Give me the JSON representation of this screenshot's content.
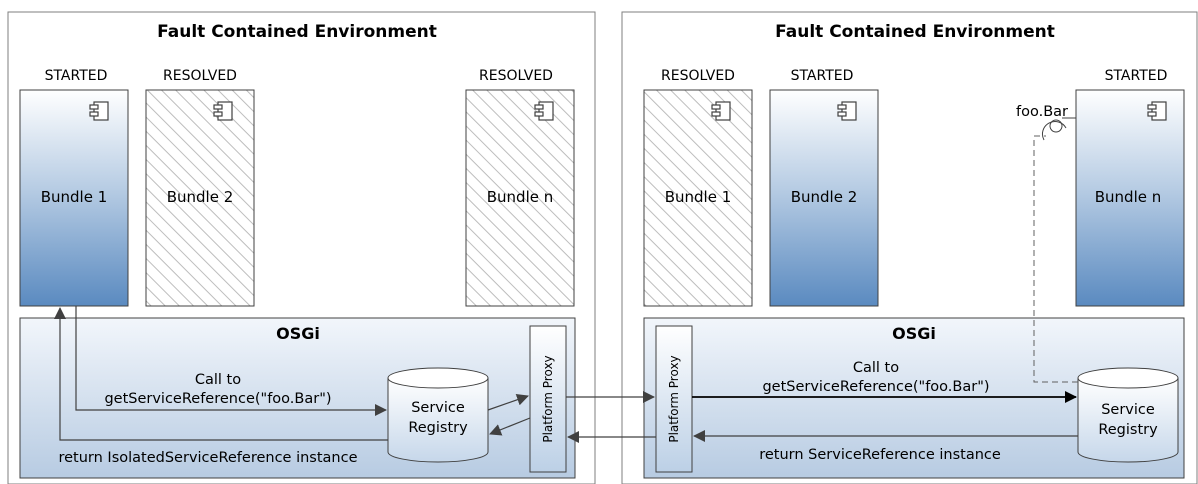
{
  "left": {
    "title": "Fault Contained Environment",
    "states": [
      "STARTED",
      "RESOLVED",
      "RESOLVED"
    ],
    "bundles": [
      "Bundle 1",
      "Bundle 2",
      "Bundle n"
    ],
    "osgi_label": "OSGi",
    "call_line1": "Call to",
    "call_line2": "getServiceReference(\"foo.Bar\")",
    "registry_line1": "Service",
    "registry_line2": "Registry",
    "proxy_label": "Platform Proxy",
    "return_label": "return IsolatedServiceReference instance"
  },
  "right": {
    "title": "Fault Contained Environment",
    "states": [
      "RESOLVED",
      "STARTED",
      "STARTED"
    ],
    "bundles": [
      "Bundle 1",
      "Bundle 2",
      "Bundle n"
    ],
    "osgi_label": "OSGi",
    "call_line1": "Call to",
    "call_line2": "getServiceReference(\"foo.Bar\")",
    "registry_line1": "Service",
    "registry_line2": "Registry",
    "proxy_label": "Platform Proxy",
    "return_label": "return ServiceReference instance",
    "interface_label": "foo.Bar"
  },
  "colors": {
    "bundle_started_top": "#ffffff",
    "bundle_started_bottom": "#5b8bc0",
    "osgi_fill_top": "#eaf1f8",
    "osgi_fill_bottom": "#b9cde3",
    "border": "#404040",
    "hatch": "#bfbfbf"
  }
}
